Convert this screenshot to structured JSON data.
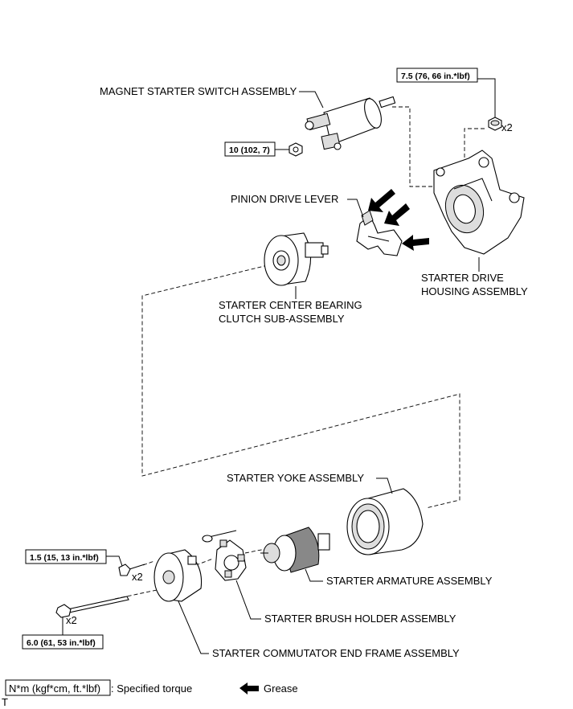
{
  "labels": {
    "magnet_switch": "MAGNET STARTER SWITCH ASSEMBLY",
    "pinion_lever": "PINION DRIVE LEVER",
    "drive_housing_1": "STARTER DRIVE",
    "drive_housing_2": "HOUSING ASSEMBLY",
    "center_bearing_1": "STARTER CENTER BEARING",
    "center_bearing_2": "CLUTCH SUB-ASSEMBLY",
    "yoke": "STARTER YOKE ASSEMBLY",
    "armature": "STARTER ARMATURE ASSEMBLY",
    "brush_holder": "STARTER BRUSH HOLDER ASSEMBLY",
    "end_frame": "STARTER COMMUTATOR END FRAME ASSEMBLY"
  },
  "torques": {
    "t1": "7.5 (76, 66 in.*lbf)",
    "t2": "10 (102, 7)",
    "t3": "1.5 (15, 13 in.*lbf)",
    "t4": "6.0 (61, 53 in.*lbf)"
  },
  "quantities": {
    "q1": "x2",
    "q2": "x2",
    "q3": "x2"
  },
  "legend": {
    "torque_unit": "N*m (kgf*cm, ft.*lbf)",
    "torque_desc": ": Specified torque",
    "grease": "Grease"
  },
  "corner_mark": "T"
}
